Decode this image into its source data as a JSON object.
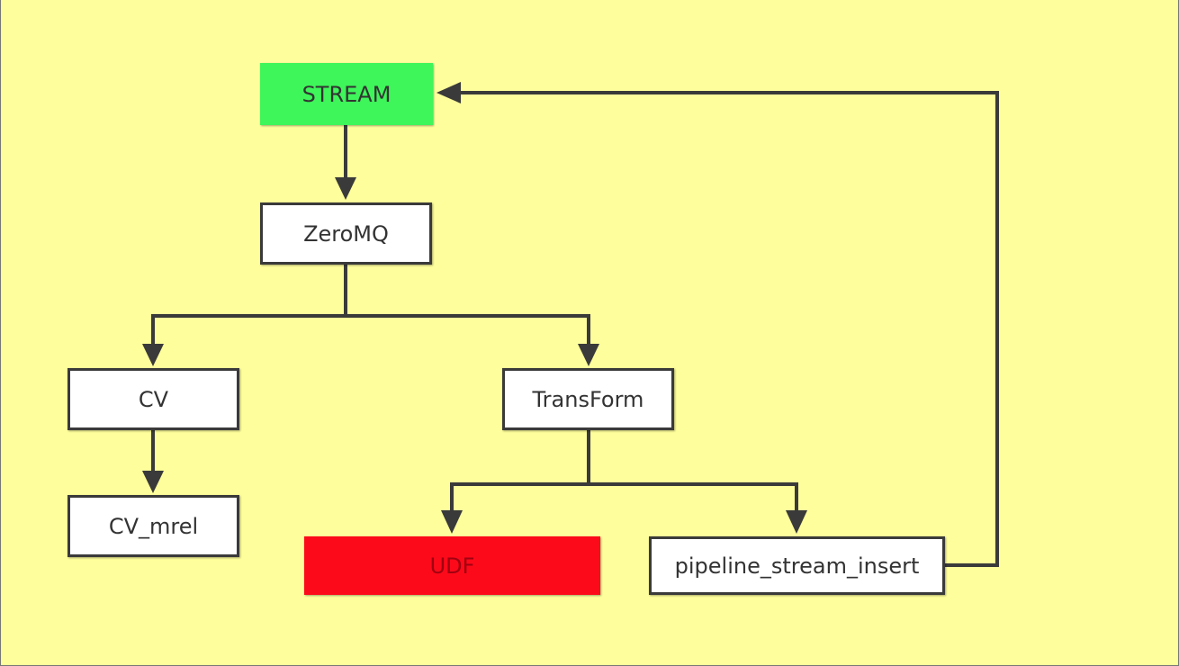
{
  "colors": {
    "background": "#fefe9c",
    "stream_fill": "#3ef55a",
    "udf_fill": "#fd0a1a",
    "udf_text": "#a00010",
    "box_fill": "#ffffff",
    "line": "#3a3a3a"
  },
  "nodes": {
    "stream": "STREAM",
    "zeromq": "ZeroMQ",
    "cv": "CV",
    "transform": "TransForm",
    "cv_mrel": "CV_mrel",
    "udf": "UDF",
    "pipeline": "pipeline_stream_insert"
  },
  "edges": [
    {
      "from": "stream",
      "to": "zeromq"
    },
    {
      "from": "zeromq",
      "to": "cv"
    },
    {
      "from": "zeromq",
      "to": "transform"
    },
    {
      "from": "cv",
      "to": "cv_mrel"
    },
    {
      "from": "transform",
      "to": "udf"
    },
    {
      "from": "transform",
      "to": "pipeline"
    },
    {
      "from": "pipeline",
      "to": "stream"
    }
  ]
}
